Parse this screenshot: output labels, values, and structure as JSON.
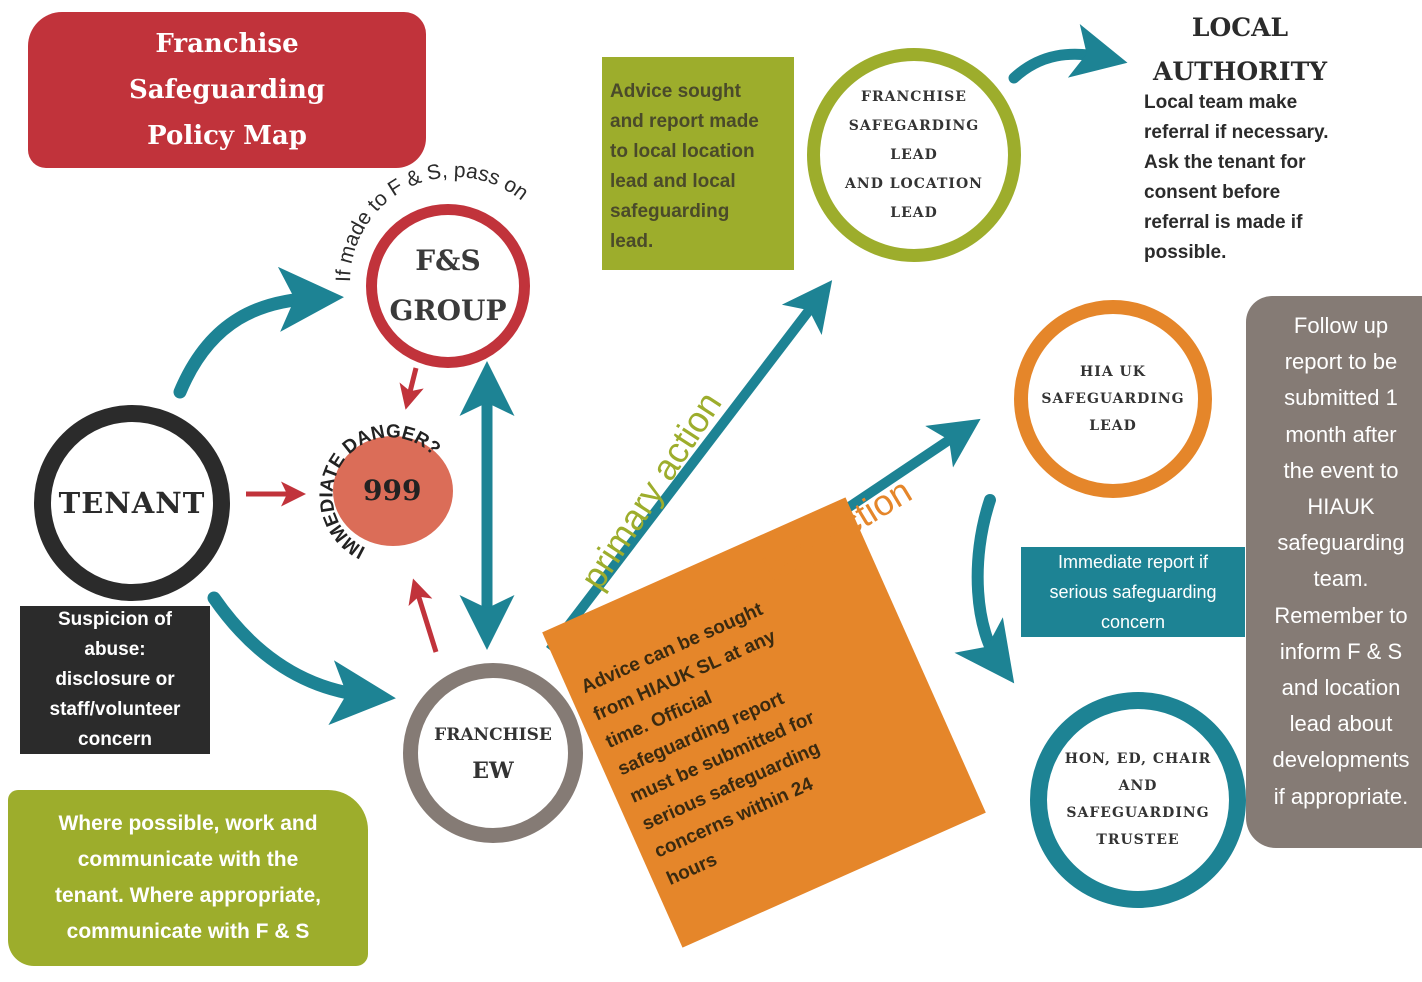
{
  "title": {
    "lines": [
      "Franchise",
      "Safeguarding",
      "Policy Map"
    ]
  },
  "nodes": {
    "tenant": "TENANT",
    "fs_group": {
      "lines": [
        "F&S",
        "GROUP"
      ]
    },
    "fs_group_arc": "If made to F & S, pass on",
    "danger": {
      "arc": "IMMEDIATE DANGER?",
      "number": "999"
    },
    "franchise_ew": {
      "lines": [
        "FRANCHISE",
        "EW"
      ]
    },
    "franchise_lead": {
      "lines": [
        "FRANCHISE",
        "SAFEGARDING",
        "LEAD",
        "AND LOCATION",
        "LEAD"
      ]
    },
    "hia_lead": {
      "lines": [
        "HIA UK",
        "SAFEGUARDING",
        "LEAD"
      ]
    },
    "hon_ed": {
      "lines": [
        "HON, ED, CHAIR",
        "AND",
        "SAFEGUARDING",
        "TRUSTEE"
      ]
    }
  },
  "boxes": {
    "suspicion": {
      "lines": [
        "Suspicion of",
        "abuse:",
        "disclosure or",
        "staff/volunteer",
        "concern"
      ]
    },
    "advice_local": {
      "lines": [
        "Advice sought",
        "and report made",
        "to local location",
        "lead and local",
        "safeguarding",
        "lead."
      ]
    },
    "local_authority": {
      "heading": [
        "LOCAL",
        "AUTHORITY"
      ],
      "lines": [
        "Local team make",
        "referral if necessary.",
        "Ask the tenant for",
        "consent before",
        "referral is made if",
        "possible."
      ]
    },
    "follow_up": {
      "lines": [
        "Follow up",
        "report to be",
        "submitted 1",
        "month after",
        "the event to",
        "HIAUK",
        "safeguarding",
        "team.",
        "Remember to",
        "inform F & S",
        "and location",
        "lead about",
        "developments",
        "if appropriate."
      ]
    },
    "immediate": {
      "lines": [
        "Immediate report if",
        "serious safeguarding",
        "concern"
      ]
    },
    "work_with_tenant": {
      "lines": [
        "Where possible, work and",
        "communicate with the",
        "tenant. Where appropriate,",
        "communicate with F & S"
      ]
    },
    "advice_hiauk": {
      "lines": [
        "Advice can be sought",
        "from HIAUK SL at any",
        "time. Official",
        "safeguarding report",
        "must be submitted for",
        "serious safeguarding",
        "concerns within 24",
        "hours"
      ]
    }
  },
  "labels": {
    "primary": "primary action",
    "secondary": "secondary action"
  },
  "colors": {
    "red": "#c1333b",
    "teal": "#1d8394",
    "olive": "#9dad2c",
    "orange": "#e5862a",
    "taupe": "#857b75",
    "dark": "#2b2b2b"
  }
}
